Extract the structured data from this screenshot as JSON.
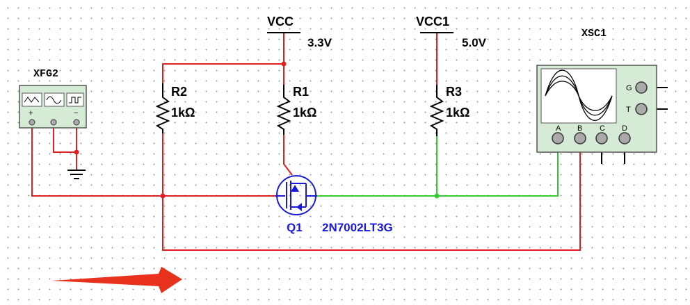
{
  "colors": {
    "wire_red": "#e02020",
    "wire_green": "#33cc33",
    "transistor_blue": "#1a1ad8",
    "instrument_fill": "#d6ebd6",
    "arrow": "#e8321e"
  },
  "supplies": {
    "vcc": {
      "name": "VCC",
      "voltage": "3.3V"
    },
    "vcc1": {
      "name": "VCC1",
      "voltage": "5.0V"
    }
  },
  "resistors": {
    "r1": {
      "name": "R1",
      "value": "1kΩ"
    },
    "r2": {
      "name": "R2",
      "value": "1kΩ"
    },
    "r3": {
      "name": "R3",
      "value": "1kΩ"
    }
  },
  "transistor": {
    "name": "Q1",
    "part": "2N7002LT3G"
  },
  "function_generator": {
    "name": "XFG2",
    "terminals": {
      "plus": "+",
      "minus": "−"
    },
    "icons": [
      "triangle-wave-icon",
      "sine-wave-icon",
      "square-wave-icon"
    ]
  },
  "oscilloscope": {
    "name": "XSC1",
    "side_terminals": [
      "G",
      "T"
    ],
    "channels": [
      "A",
      "B",
      "C",
      "D"
    ]
  }
}
